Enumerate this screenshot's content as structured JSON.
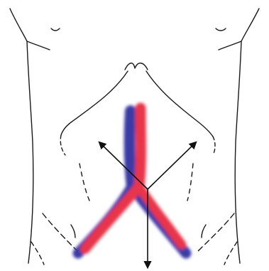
{
  "colors": {
    "background": "#ffffff",
    "outline": "#1a1a1a",
    "artery": "#e8344a",
    "vein": "#3a3aa6",
    "arrow": "#111111"
  },
  "figure": {
    "subject": "abdominal-torso-outline",
    "vessels": [
      "aorta",
      "inferior-vena-cava",
      "left-iliac-artery",
      "right-iliac-artery",
      "left-iliac-vein",
      "right-iliac-vein"
    ],
    "arrows": [
      "upper-left-arrow",
      "upper-right-arrow",
      "down-arrow"
    ]
  }
}
